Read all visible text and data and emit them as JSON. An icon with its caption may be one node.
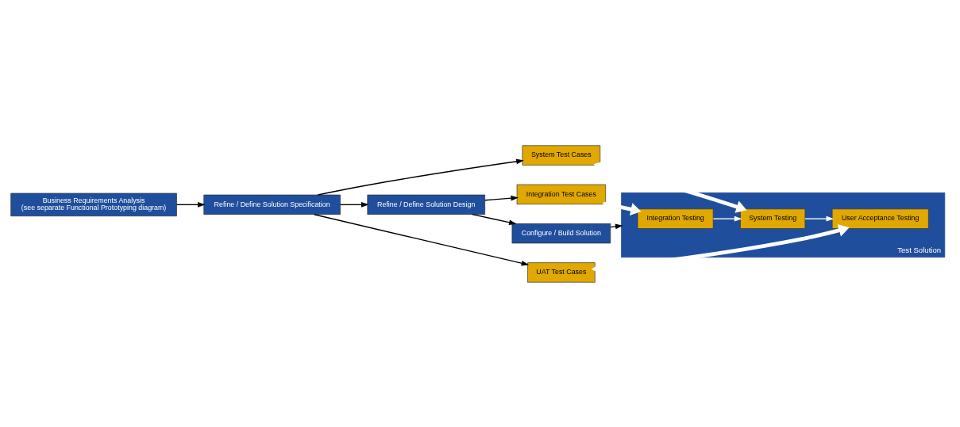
{
  "diagram": {
    "nodes": [
      {
        "text": [
          "Business Requirements Analysis",
          "(see separate Functional Prototyping diagram)"
        ]
      },
      {
        "text": [
          "Refine / Define Solution Specification"
        ]
      },
      {
        "text": [
          "Refine / Define Solution Design"
        ]
      },
      {
        "text": [
          "Configure / Build Solution"
        ]
      },
      {
        "text": [
          "UAT Test Cases"
        ]
      },
      {
        "text": [
          "System Test Cases"
        ]
      },
      {
        "text": [
          "Integration Test Cases"
        ]
      },
      {
        "text": [
          "Test Solution"
        ]
      },
      {
        "text": [
          "User Acceptance Testing"
        ],
        "in": 7
      },
      {
        "text": [
          "System Testing"
        ],
        "in": 7
      },
      {
        "text": [
          "Integration Testing"
        ],
        "in": 7
      }
    ],
    "edges": [
      {
        "from": 0,
        "to": 1,
        "arrow": "to"
      },
      {
        "from": 1,
        "to": 4,
        "arrow": "to"
      },
      {
        "from": 1,
        "to": 5,
        "arrow": "to"
      },
      {
        "from": 1,
        "to": 2,
        "arrow": "to"
      },
      {
        "from": 2,
        "to": 6,
        "arrow": "to"
      },
      {
        "from": 2,
        "to": 3,
        "arrow": "to"
      },
      {
        "from": 3,
        "to": 7,
        "arrow": "to"
      },
      {
        "from": 4,
        "to": 8,
        "arrow": "both",
        "style": "thick",
        "color": "#ffffff"
      },
      {
        "from": 5,
        "to": 9,
        "arrow": "both",
        "style": "thick",
        "color": "#ffffff"
      },
      {
        "from": 6,
        "to": 10,
        "arrow": "both",
        "style": "thick",
        "color": "#ffffff"
      },
      {
        "from": 10,
        "to": 9,
        "arrow": "to",
        "color": "#ffffff"
      },
      {
        "from": 9,
        "to": 8,
        "arrow": "to",
        "color": "#ffffff"
      }
    ]
  }
}
